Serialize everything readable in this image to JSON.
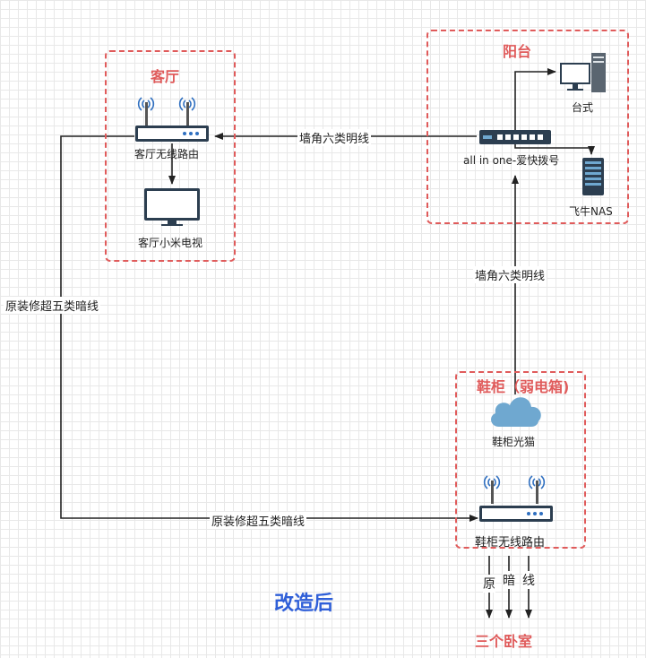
{
  "zones": {
    "living_room": {
      "title": "客厅"
    },
    "balcony": {
      "title": "阳台"
    },
    "shoe_cabinet": {
      "title": "鞋柜（弱电箱)"
    }
  },
  "devices": {
    "living_router": {
      "label": "客厅无线路由",
      "icon": "wireless-router-icon"
    },
    "living_tv": {
      "label": "客厅小米电视",
      "icon": "monitor-icon"
    },
    "desktop_pc": {
      "label": "台式",
      "icon": "desktop-computer-icon"
    },
    "aio_switch": {
      "label": "all in one-爱快拨号",
      "icon": "switch-icon"
    },
    "nas": {
      "label": "飞牛NAS",
      "icon": "server-icon"
    },
    "optical_modem": {
      "label": "鞋柜光猫",
      "icon": "cloud-icon"
    },
    "cabinet_router": {
      "label": "鞋柜无线路由",
      "icon": "wireless-router-icon"
    }
  },
  "connections": {
    "balcony_to_living": "墙角六类明线",
    "modem_to_balcony": "墙角六类明线",
    "left_vertical": "原装修超五类暗线",
    "bottom_horizontal": "原装修超五类暗线",
    "to_bedrooms_1": "原",
    "to_bedrooms_2": "暗",
    "to_bedrooms_3": "线"
  },
  "headline": "改造后",
  "destination": "三个卧室",
  "colors": {
    "zone_border": "#e05b5b",
    "headline": "#2f5fd8",
    "device_dark": "#2c3e50",
    "cloud": "#6fa8d0"
  }
}
